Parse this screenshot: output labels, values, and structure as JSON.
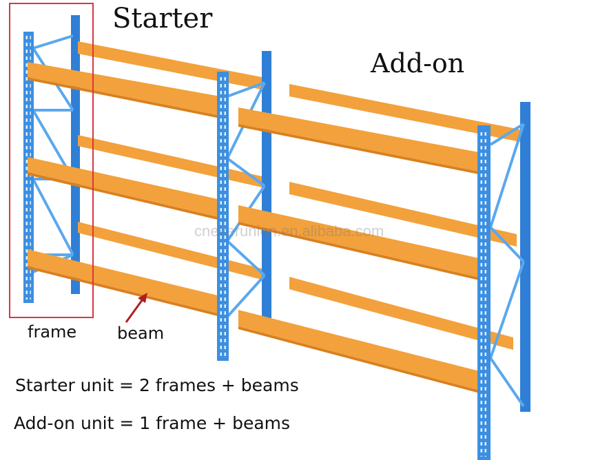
{
  "diagram": {
    "title_starter": "Starter",
    "title_addon": "Add-on",
    "label_frame": "frame",
    "label_beam": "beam",
    "watermark": "cneverunion.en.alibaba.com",
    "note_starter": "Starter unit = 2 frames + beams",
    "note_addon": "Add-on unit = 1 frame + beams",
    "colors": {
      "upright": "#3c8fe0",
      "upright_dark": "#2466b8",
      "brace": "#5aa8ee",
      "beam": "#f2a13c",
      "beam_dark": "#d9801f",
      "highlight_box": "#d9363e",
      "arrow": "#b01e1e"
    }
  }
}
